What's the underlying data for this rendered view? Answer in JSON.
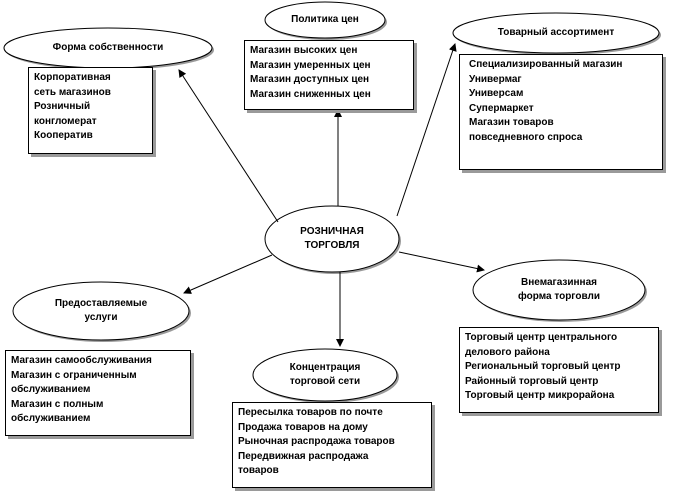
{
  "center": {
    "lines": [
      "РОЗНИЧНАЯ",
      "ТОРГОВЛЯ"
    ]
  },
  "nodes": {
    "ownership": {
      "title": [
        "Форма собственности"
      ],
      "items": [
        "Корпоративная",
        "сеть магазинов",
        "Розничный",
        "конгломерат",
        "Кооператив"
      ]
    },
    "price_policy": {
      "title": [
        "Политика цен"
      ],
      "items": [
        "Магазин высоких цен",
        "Магазин умеренных цен",
        "Магазин доступных цен",
        "Магазин сниженных цен"
      ]
    },
    "assortment": {
      "title": [
        "Товарный ассортимент"
      ],
      "items": [
        "Специализированный магазин",
        "Универмаг",
        "Универсам",
        "Супермаркет",
        "Магазин товаров",
        "повседневного спроса"
      ]
    },
    "services": {
      "title": [
        "Предоставляемые",
        "услуги"
      ],
      "items": [
        "Магазин самообслуживания",
        "Магазин с ограниченным",
        "обслуживанием",
        "Магазин с полным",
        "обслуживанием"
      ]
    },
    "non_store": {
      "title": [
        "Внемагазинная",
        "форма торговли"
      ],
      "items": [
        "Торговый центр центрального",
        "делового района",
        "Региональный торговый центр",
        "Районный торговый центр",
        "Торговый центр микрорайона"
      ]
    },
    "concentration": {
      "title": [
        "Концентрация",
        "торговой сети"
      ],
      "items": [
        "Пересылка товаров по почте",
        "Продажа товаров на дому",
        "Рыночная распродажа товаров",
        "Передвижная распродажа",
        "товаров"
      ]
    }
  }
}
